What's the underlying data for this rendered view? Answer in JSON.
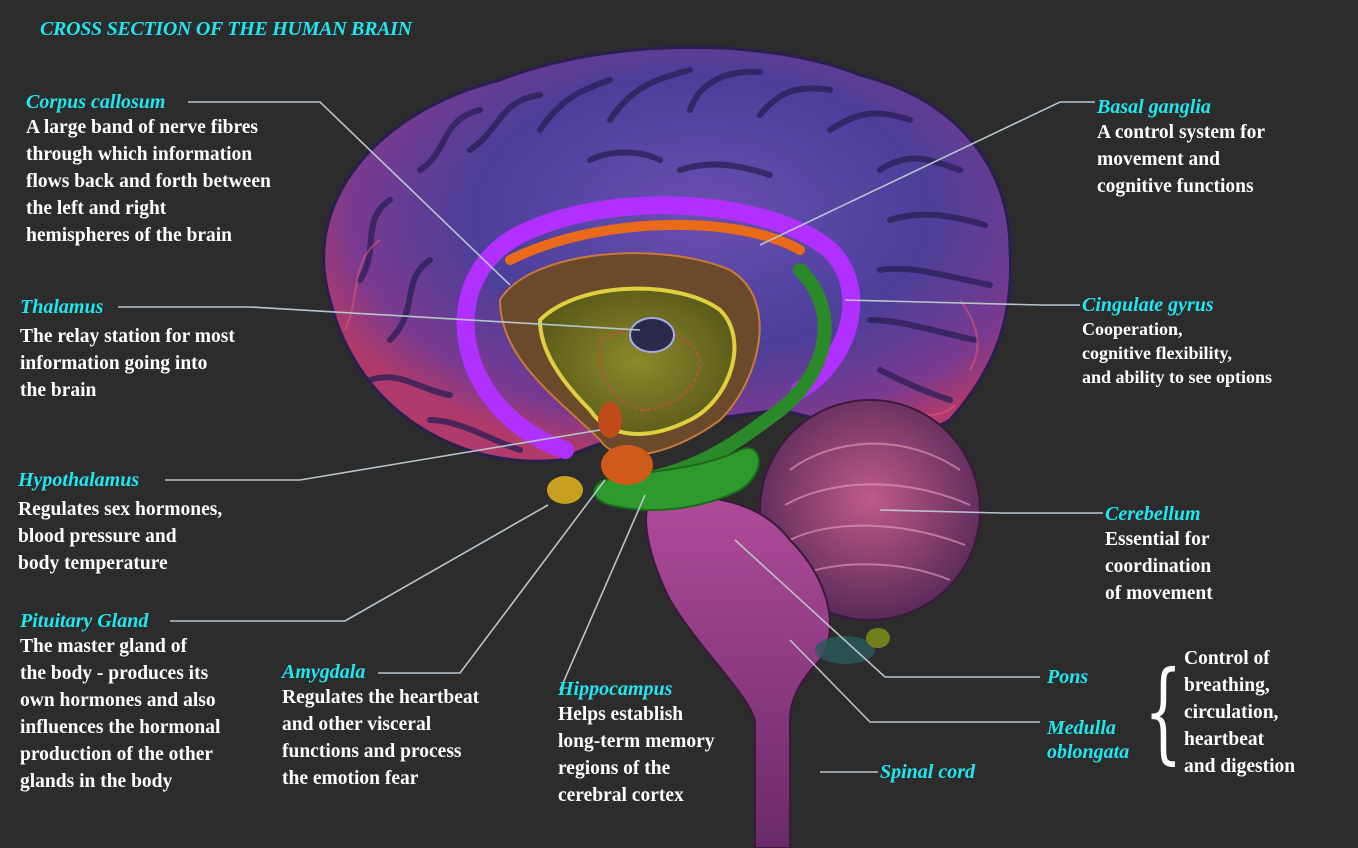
{
  "title": "CROSS SECTION OF THE HUMAN BRAIN",
  "labels": {
    "corpus_callosum": {
      "name": "Corpus callosum",
      "desc": "A large band of nerve fibres\nthrough which information\nflows back and forth between\nthe left and right\nhemispheres of the brain"
    },
    "thalamus": {
      "name": "Thalamus",
      "desc": "The relay station for most\ninformation going into\nthe brain"
    },
    "hypothalamus": {
      "name": "Hypothalamus",
      "desc": "Regulates sex hormones,\nblood pressure and\nbody temperature"
    },
    "pituitary": {
      "name": "Pituitary Gland",
      "desc": "The master gland of\nthe body - produces its\nown hormones and also\ninfluences the hormonal\nproduction of the other\nglands in the body"
    },
    "amygdala": {
      "name": "Amygdala",
      "desc": "Regulates the heartbeat\nand other visceral\nfunctions and process\nthe emotion fear"
    },
    "hippocampus": {
      "name": "Hippocampus",
      "desc": "Helps establish\nlong-term memory\nregions of the\ncerebral cortex"
    },
    "basal_ganglia": {
      "name": "Basal ganglia",
      "desc": "A control system for\nmovement and\ncognitive functions"
    },
    "cingulate_gyrus": {
      "name": "Cingulate gyrus",
      "desc": "Cooperation,\ncognitive flexibility,\nand ability to see options"
    },
    "cerebellum": {
      "name": "Cerebellum",
      "desc": "Essential for\ncoordination\nof movement"
    },
    "pons": {
      "name": "Pons"
    },
    "medulla": {
      "name": "Medulla\noblongata"
    },
    "spinal_cord": {
      "name": "Spinal cord"
    },
    "brainstem_function": {
      "desc": "Control of\nbreathing,\ncirculation,\nheartbeat\nand digestion"
    }
  }
}
